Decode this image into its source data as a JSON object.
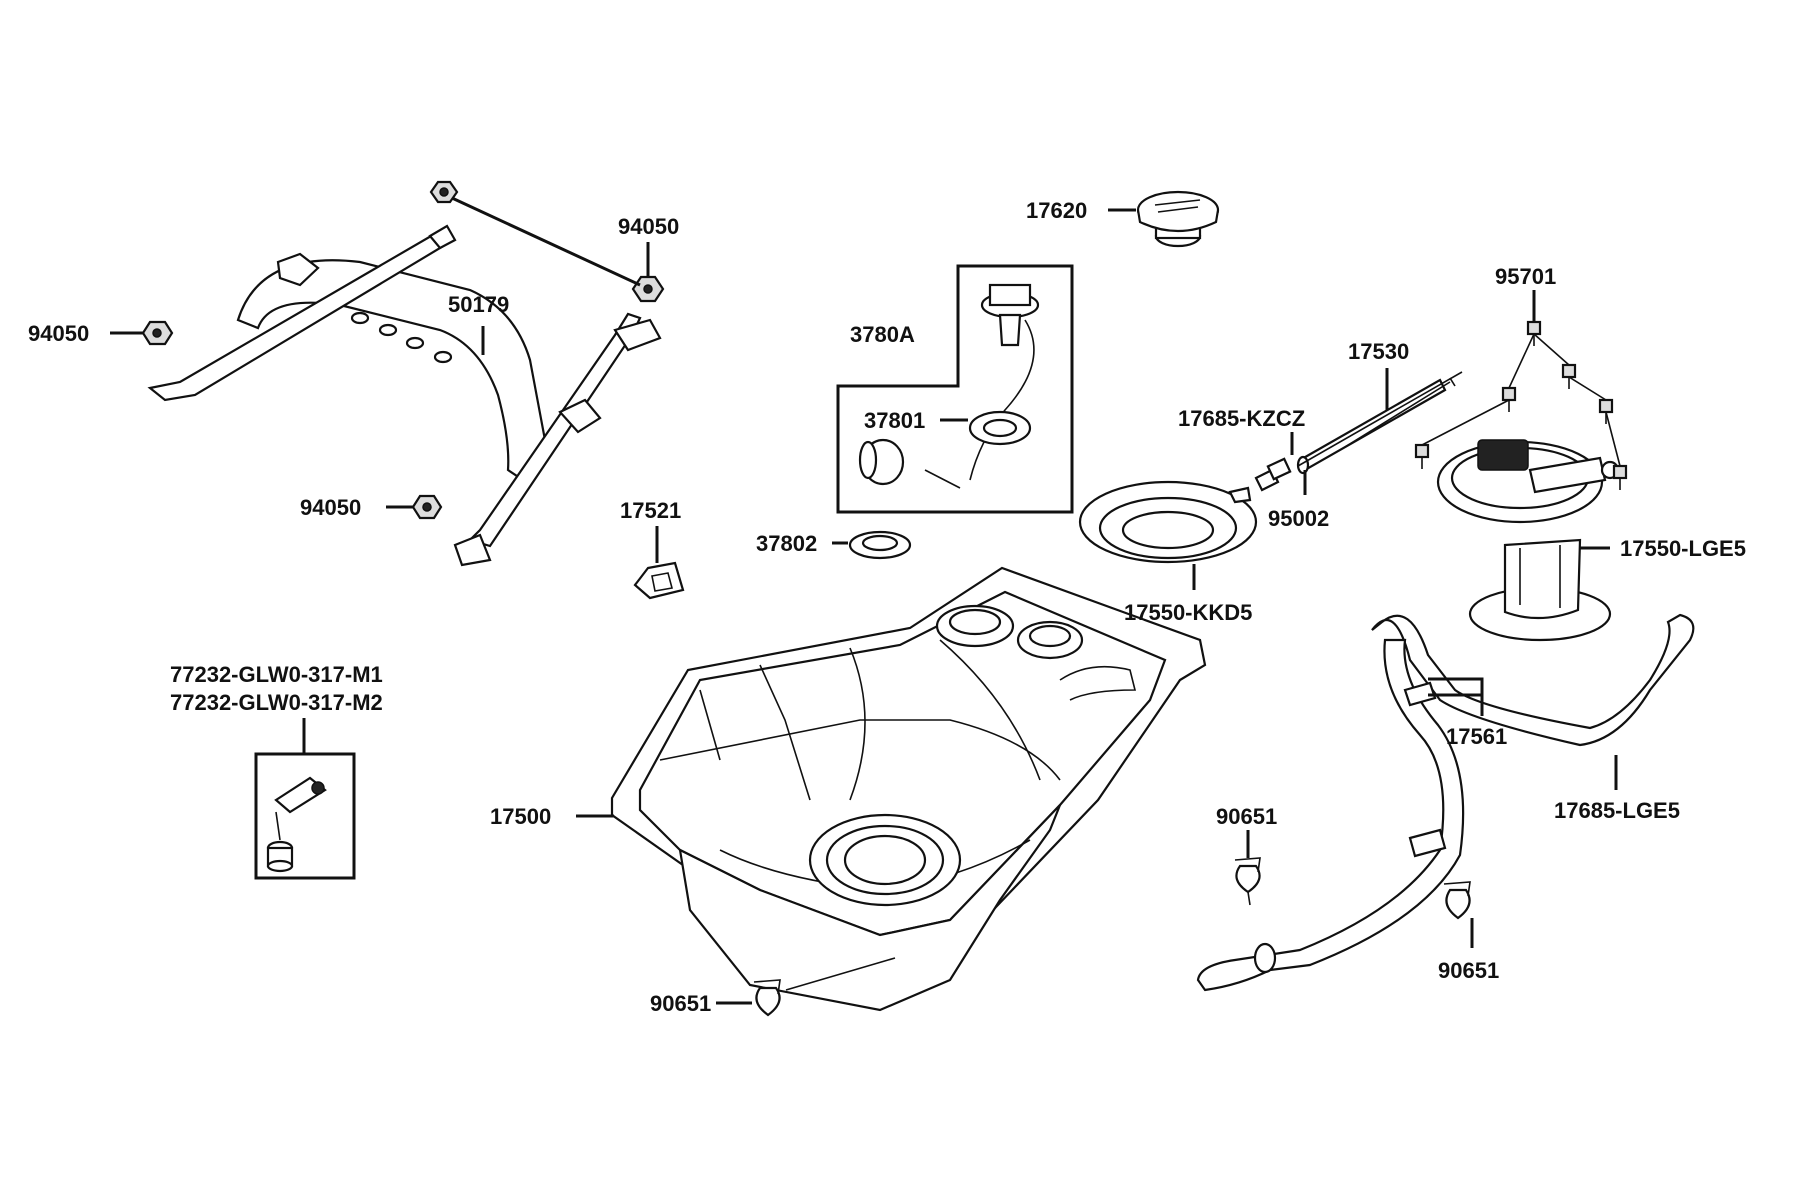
{
  "labels": {
    "p94050_top": "94050",
    "p94050_left": "94050",
    "p94050_bottom": "94050",
    "p50179": "50179",
    "p17620": "17620",
    "p3780A": "3780A",
    "p37801": "37801",
    "p37802": "37802",
    "p17521": "17521",
    "p95701": "95701",
    "p17530": "17530",
    "p17685KZCZ": "17685-KZCZ",
    "p95002": "95002",
    "p17550LGE5": "17550-LGE5",
    "p17550KKD5": "17550-KKD5",
    "p77232M1": "77232-GLW0-317-M1",
    "p77232M2": "77232-GLW0-317-M2",
    "p17561": "17561",
    "p17685LGE5": "17685-LGE5",
    "p17500": "17500",
    "p90651_mid": "90651",
    "p90651_right": "90651",
    "p90651_bottom": "90651"
  }
}
